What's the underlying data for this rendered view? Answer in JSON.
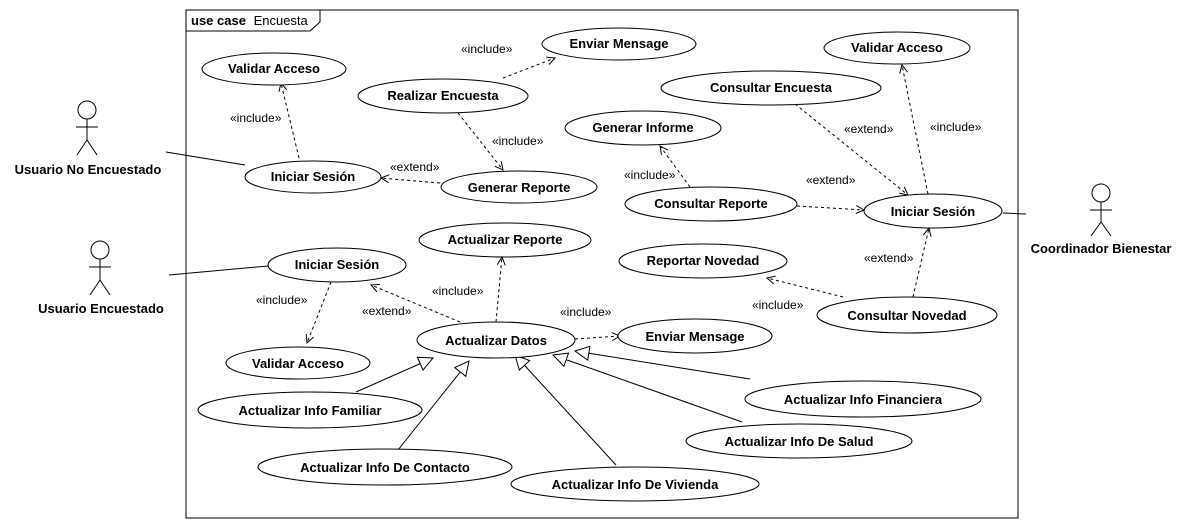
{
  "frame": {
    "keyword": "use case",
    "name": "Encuesta"
  },
  "actors": {
    "usuario_no_encuestado": "Usuario No Encuestado",
    "usuario_encuestado": "Usuario Encuestado",
    "coordinador_bienestar": "Coordinador Bienestar"
  },
  "use_cases": {
    "validar_acceso_1": "Validar Acceso",
    "realizar_encuesta": "Realizar Encuesta",
    "enviar_mensage_1": "Enviar Mensage",
    "iniciar_sesion_1": "Iniciar Sesión",
    "generar_reporte": "Generar Reporte",
    "validar_acceso_3": "Validar Acceso",
    "consultar_encuesta": "Consultar Encuesta",
    "generar_informe": "Generar Informe",
    "consultar_reporte": "Consultar Reporte",
    "iniciar_sesion_3": "Iniciar Sesión",
    "reportar_novedad": "Reportar Novedad",
    "consultar_novedad": "Consultar Novedad",
    "actualizar_reporte": "Actualizar Reporte",
    "iniciar_sesion_2": "Iniciar Sesión",
    "validar_acceso_2": "Validar Acceso",
    "actualizar_datos": "Actualizar Datos",
    "enviar_mensage_2": "Enviar Mensage",
    "actualizar_info_familiar": "Actualizar Info Familiar",
    "actualizar_info_contacto": "Actualizar Info De Contacto",
    "actualizar_info_vivienda": "Actualizar Info De Vivienda",
    "actualizar_info_salud": "Actualizar Info De Salud",
    "actualizar_info_financiera": "Actualizar Info Financiera"
  },
  "labels": {
    "include": "«include»",
    "extend": "«extend»"
  }
}
